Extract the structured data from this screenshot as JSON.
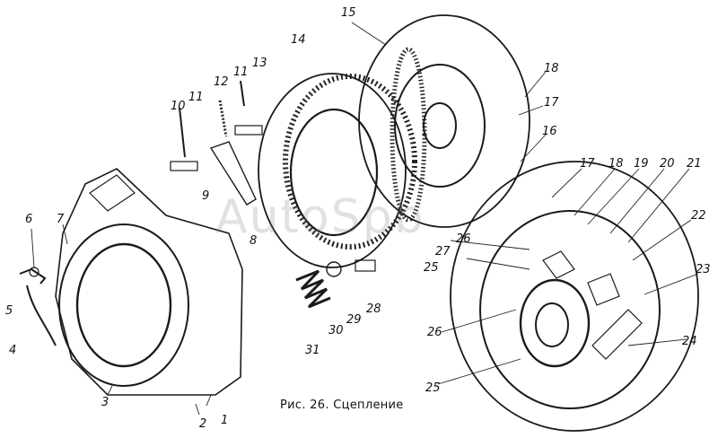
{
  "caption": "Рис. 26. Сцепление",
  "watermark": "AutoSpb",
  "callouts": [
    {
      "id": "c1",
      "text": "1"
    },
    {
      "id": "c2",
      "text": "2"
    },
    {
      "id": "c3",
      "text": "3"
    },
    {
      "id": "c4",
      "text": "4"
    },
    {
      "id": "c5",
      "text": "5"
    },
    {
      "id": "c6",
      "text": "6"
    },
    {
      "id": "c7",
      "text": "7"
    },
    {
      "id": "c8",
      "text": "8"
    },
    {
      "id": "c9",
      "text": "9"
    },
    {
      "id": "c10",
      "text": "10"
    },
    {
      "id": "c11a",
      "text": "11"
    },
    {
      "id": "c11b",
      "text": "11"
    },
    {
      "id": "c12",
      "text": "12"
    },
    {
      "id": "c13",
      "text": "13"
    },
    {
      "id": "c14",
      "text": "14"
    },
    {
      "id": "c15",
      "text": "15"
    },
    {
      "id": "c16",
      "text": "16"
    },
    {
      "id": "c17a",
      "text": "17"
    },
    {
      "id": "c18a",
      "text": "18"
    },
    {
      "id": "c17b",
      "text": "17"
    },
    {
      "id": "c18b",
      "text": "18"
    },
    {
      "id": "c19",
      "text": "19"
    },
    {
      "id": "c20",
      "text": "20"
    },
    {
      "id": "c21",
      "text": "21"
    },
    {
      "id": "c22",
      "text": "22"
    },
    {
      "id": "c23",
      "text": "23"
    },
    {
      "id": "c24",
      "text": "24"
    },
    {
      "id": "c25a",
      "text": "25"
    },
    {
      "id": "c25b",
      "text": "25"
    },
    {
      "id": "c26a",
      "text": "26"
    },
    {
      "id": "c26b",
      "text": "26"
    },
    {
      "id": "c27",
      "text": "27"
    },
    {
      "id": "c28",
      "text": "28"
    },
    {
      "id": "c29",
      "text": "29"
    },
    {
      "id": "c30",
      "text": "30"
    },
    {
      "id": "c31",
      "text": "31"
    }
  ]
}
